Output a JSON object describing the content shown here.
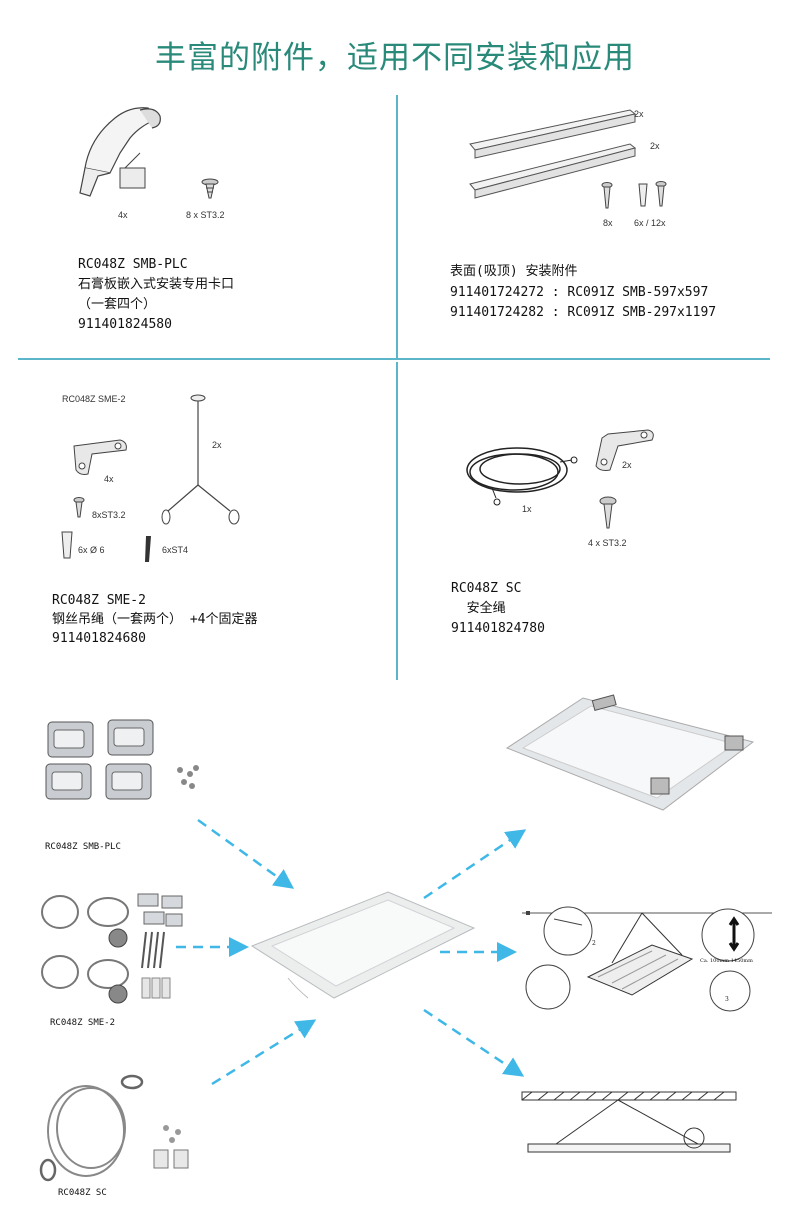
{
  "title": "丰富的附件，适用不同安装和应用",
  "panels": {
    "q1": {
      "qty_clip": "4x",
      "qty_screw": "8 x ST3.2",
      "lines": [
        "RC048Z SMB-PLC",
        "石膏板嵌入式安装专用卡口",
        "（一套四个）",
        "911401824580"
      ]
    },
    "q2": {
      "qty_rail_top": "2x",
      "qty_rail_bottom": "2x",
      "qty_screw": "8x",
      "qty_anchor": "6x / 12x",
      "lines": [
        "表面(吸顶) 安装附件",
        "911401724272 : RC091Z SMB-597x597",
        "911401724282 : RC091Z SMB-297x1197"
      ]
    },
    "q3": {
      "kit_label": "RC048Z SME-2",
      "qty_wire": "2x",
      "qty_bracket": "4x",
      "qty_screw": "8xST3.2",
      "qty_anchor": "6x Ø 6",
      "qty_tie": "6xST4",
      "lines": [
        "RC048Z SME-2",
        "钢丝吊绳（一套两个） +4个固定器",
        "911401824680"
      ]
    },
    "q4": {
      "qty_cable": "1x",
      "qty_bracket": "2x",
      "qty_screw": "4 x ST3.2",
      "lines": [
        "RC048Z SC",
        "  安全绳",
        "911401824780"
      ]
    }
  },
  "bottom": {
    "caption_plc": "RC048Z SMB-PLC",
    "caption_sme": "RC048Z SME-2",
    "caption_sc": "RC048Z SC",
    "diagram_height_label": "Ca. 100mm-1450mm",
    "diagram_step_2": "2",
    "diagram_step_3": "3"
  },
  "colors": {
    "title": "#2a8a7a",
    "divider": "#5bb6c9",
    "arrow": "#3fb8e8"
  }
}
